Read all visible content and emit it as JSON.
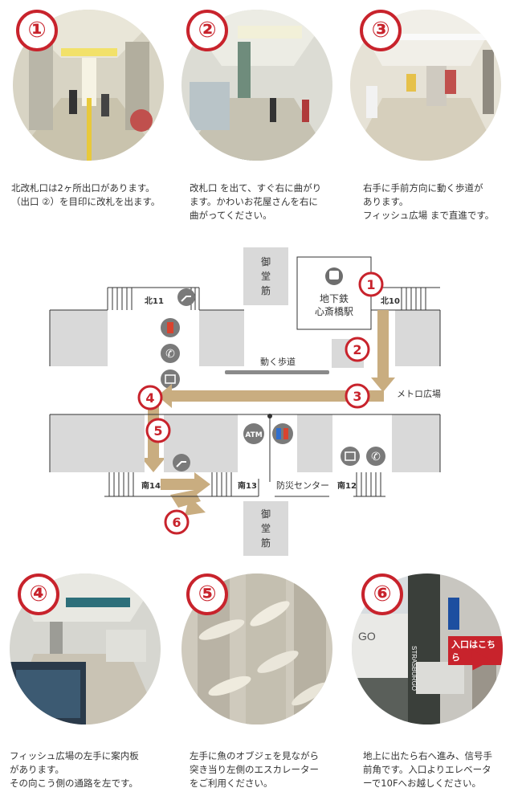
{
  "steps_top": [
    {
      "num": "①",
      "caption": "北改札口は2ヶ所出口があります。\n（出口 ②）を目印に改札を出ます。"
    },
    {
      "num": "②",
      "caption": "改札口 を出て、すぐ右に曲がり\nます。かわいお花屋さんを右に\n曲がってください。"
    },
    {
      "num": "③",
      "caption": "右手に手前方向に動く歩道が\nあります。\nフィッシュ広場 まで直進です。"
    }
  ],
  "steps_bottom": [
    {
      "num": "④",
      "caption": "フィッシュ広場の左手に案内板\nがあります。\nその向こう側の通路を左です。"
    },
    {
      "num": "⑤",
      "caption": "左手に魚のオブジェを見ながら\n突き当り左側のエスカレーター\nをご利用ください。"
    },
    {
      "num": "⑥",
      "caption": "地上に出たら右へ進み、信号手\n前角です。入口よりエレベータ\nーで10Fへお越しください。"
    }
  ],
  "map": {
    "street_top": "御\n堂\n筋",
    "street_bottom": "御\n堂\n筋",
    "station": [
      "地下鉄",
      "心斎橋駅"
    ],
    "exit_n11": "北11",
    "exit_n10": "北10",
    "exit_s14": "南14",
    "exit_s13": "南13",
    "exit_s12": "南12",
    "moving_walkway": "動く歩道",
    "metro_plaza": "メトロ広場",
    "disaster_center": "防災センター",
    "atm": "ATM",
    "markers": [
      "1",
      "2",
      "3",
      "4",
      "5",
      "6"
    ]
  },
  "photo6": {
    "sign": "入口はこちら",
    "storefront": "GO",
    "building_sign": "STRASBURGO"
  },
  "colors": {
    "badge_red": "#c8232c",
    "route_tan": "#c9ad80",
    "block_gray": "#d9d9d9"
  }
}
